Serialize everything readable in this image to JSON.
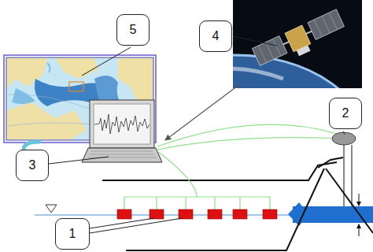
{
  "diagram": {
    "nodes": [
      {
        "text": [
          "5"
        ]
      },
      {
        "text": [
          "4"
        ]
      },
      {
        "text": [
          "2"
        ]
      },
      {
        "text": [
          "3"
        ]
      },
      {
        "text": [
          "1"
        ]
      }
    ]
  }
}
